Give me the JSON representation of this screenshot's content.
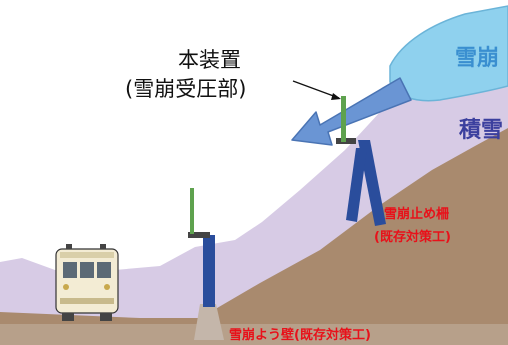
{
  "labels": {
    "device_line1": "本装置",
    "device_line2": "(雪崩受圧部)",
    "avalanche": "雪崩",
    "snowpack": "積雪",
    "fence_line1": "雪崩止め柵",
    "fence_line2": "(既存対策工)",
    "wall": "雪崩よう壁(既存対策工)"
  },
  "colors": {
    "avalanche_text": "#3a8fd0",
    "snowpack_text": "#3b3f9e",
    "warning_text": "#e8111a",
    "slope": "#a98a6e",
    "snow": "#d7cbe5",
    "arrow": "#6a95d4",
    "structure": "#2a4d9c",
    "sensor": "#5ea24e"
  }
}
